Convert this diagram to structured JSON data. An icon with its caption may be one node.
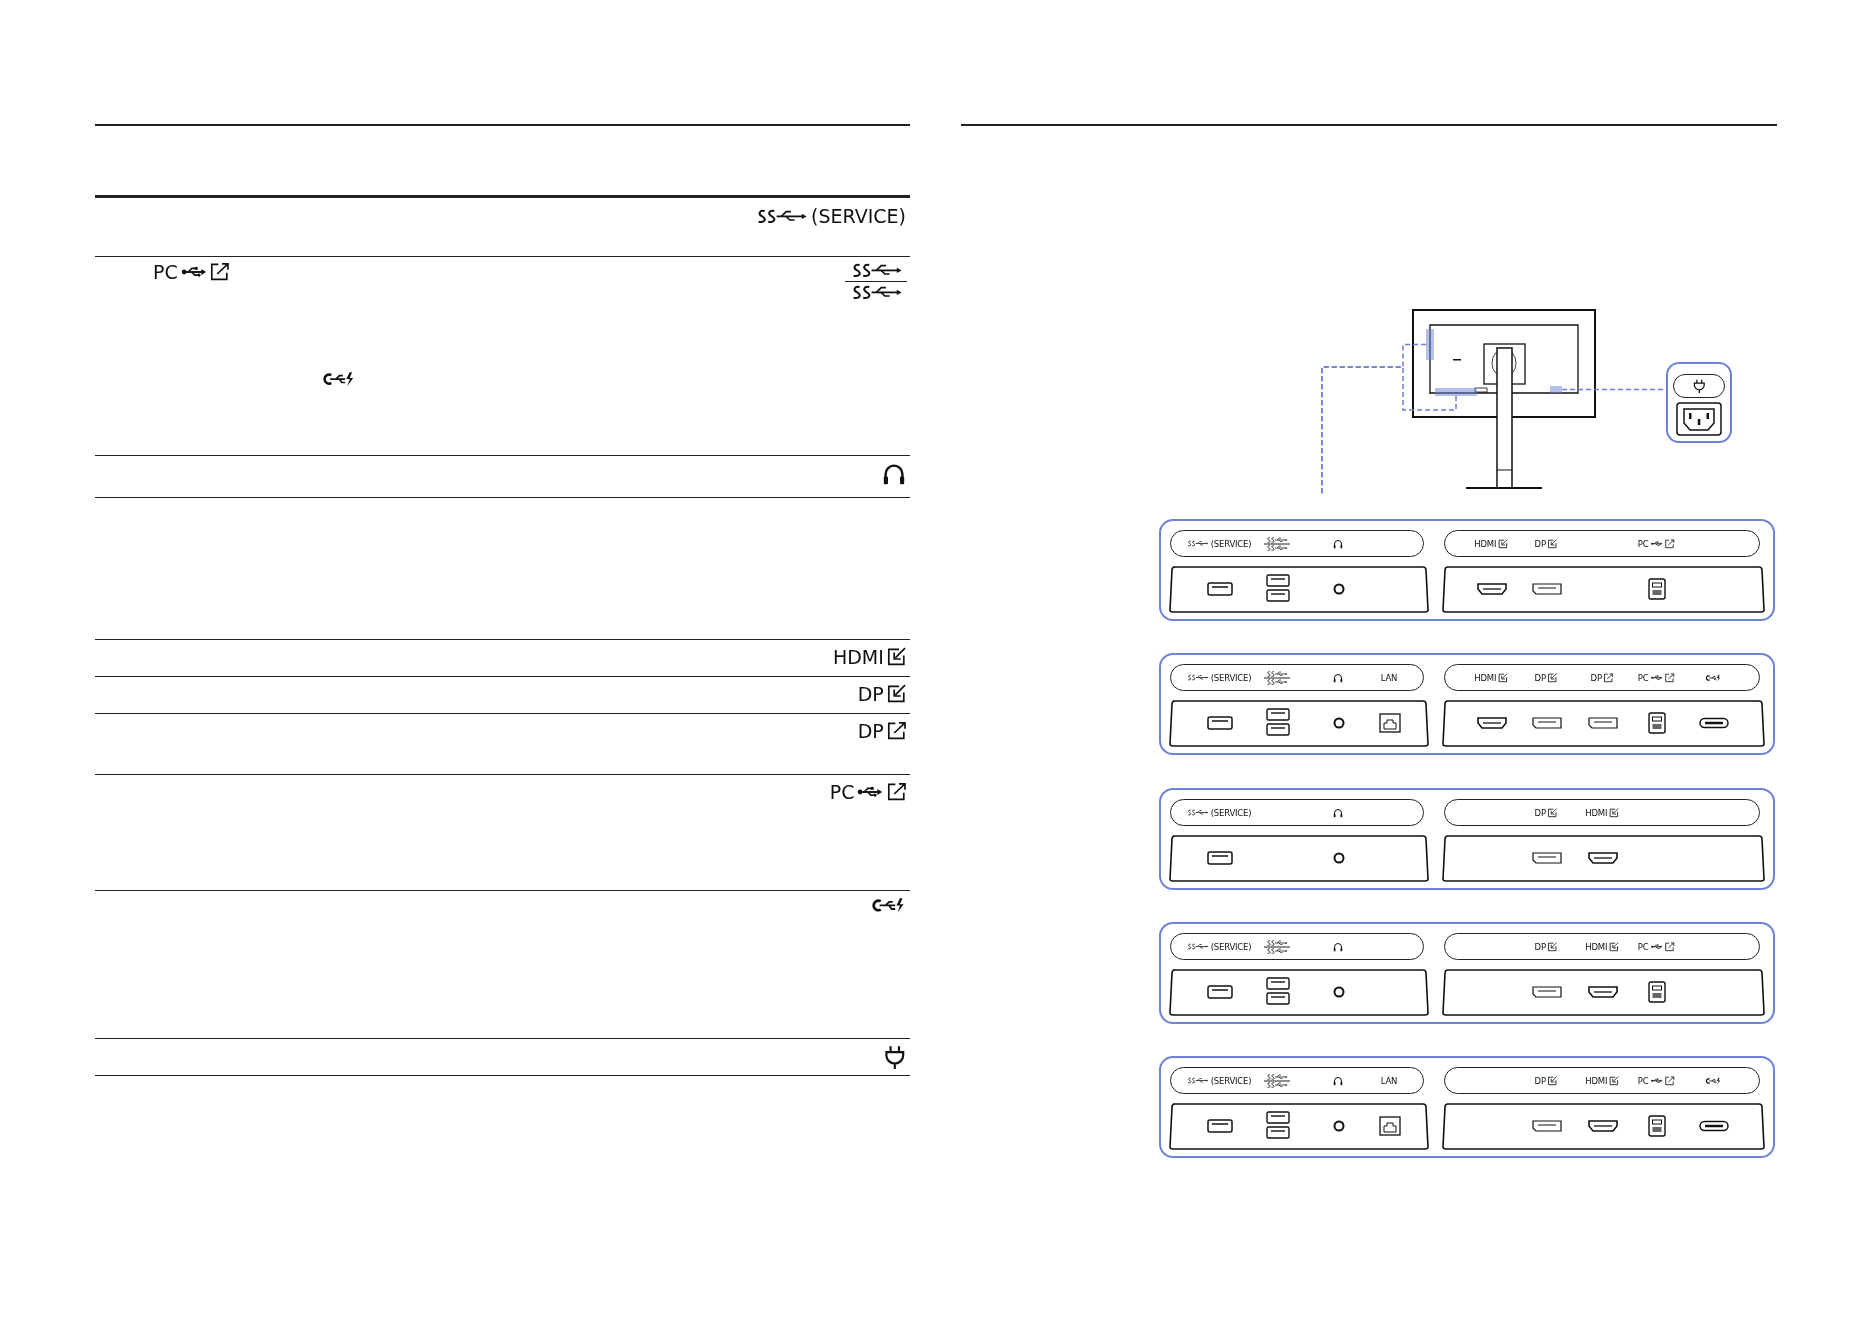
{
  "diagram": {
    "nodes": [
      {
        "text": [],
        "shape": "box"
      },
      {
        "text": [],
        "shape": "box"
      },
      {
        "text": [],
        "shape": "box"
      },
      {
        "text": [],
        "shape": "box"
      },
      {
        "text": [],
        "shape": "box"
      },
      {
        "text": [
          "(SERVICE)"
        ],
        "in": 4
      },
      {
        "text": [
          "HDMI",
          "DP",
          "PC"
        ],
        "in": 4
      },
      {
        "text": [],
        "shape": "box"
      },
      {
        "text": [
          "(SERVICE)",
          "LAN"
        ],
        "in": 7
      },
      {
        "text": [
          "HDMI",
          "DP",
          "DP",
          "PC"
        ],
        "in": 7
      },
      {
        "text": [],
        "shape": "box"
      },
      {
        "text": [
          "(SERVICE)"
        ],
        "in": 10
      },
      {
        "text": [
          "DP",
          "HDMI"
        ],
        "in": 10
      },
      {
        "text": [],
        "shape": "box"
      },
      {
        "text": [
          "(SERVICE)"
        ],
        "in": 13
      },
      {
        "text": [
          "DP",
          "HDMI",
          "PC"
        ],
        "in": 13
      },
      {
        "text": [],
        "shape": "box"
      },
      {
        "text": [
          "(SERVICE)",
          "LAN"
        ],
        "in": 16
      },
      {
        "text": [
          "DP",
          "HDMI",
          "PC"
        ],
        "in": 16
      }
    ],
    "edges": [
      {
        "from": 0,
        "to": null,
        "arrow": "none",
        "style": "dashed"
      },
      {
        "from": 1,
        "to": null,
        "arrow": "none",
        "style": "dashed"
      },
      {
        "from": 2,
        "to": 3,
        "arrow": "none",
        "style": "dashed"
      }
    ],
    "labels": [
      "(SERVICE)",
      "PC",
      "HDMI",
      "DP",
      "DP",
      "PC"
    ]
  }
}
